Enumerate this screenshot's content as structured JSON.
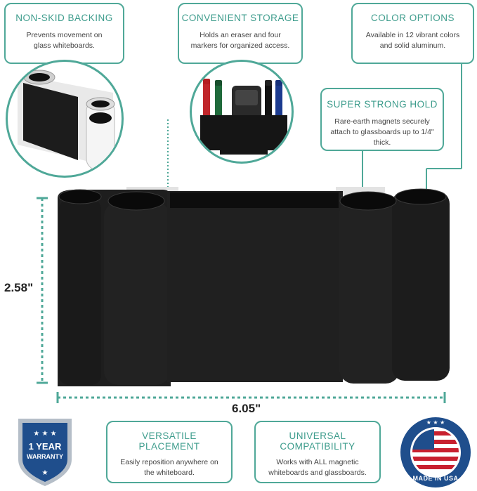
{
  "features": {
    "non_skid": {
      "title": "NON-SKID BACKING",
      "text": "Prevents movement on glass whiteboards."
    },
    "storage": {
      "title": "CONVENIENT STORAGE",
      "text": "Holds an eraser and four markers for organized access."
    },
    "colors": {
      "title": "COLOR OPTIONS",
      "text": "Available in 12 vibrant colors and solid aluminum."
    },
    "hold": {
      "title": "SUPER STRONG HOLD",
      "text": "Rare-earth magnets securely attach to glassboards up to 1/4\" thick."
    },
    "versatile": {
      "title_line1": "VERSATILE",
      "title_line2": "PLACEMENT",
      "text": "Easily reposition anywhere on the whiteboard."
    },
    "universal": {
      "title_line1": "UNIVERSAL",
      "title_line2": "COMPATIBILITY",
      "text": "Works with ALL magnetic whiteboards and glassboards."
    }
  },
  "dimensions": {
    "height": "2.58\"",
    "width": "6.05\""
  },
  "badges": {
    "warranty_line1": "1 YEAR",
    "warranty_line2": "WARRANTY",
    "usa_text": "MADE IN USA"
  },
  "colors": {
    "accent": "#4fa898",
    "product": "#1a1a1a",
    "badge_blue": "#1f4e8c"
  }
}
